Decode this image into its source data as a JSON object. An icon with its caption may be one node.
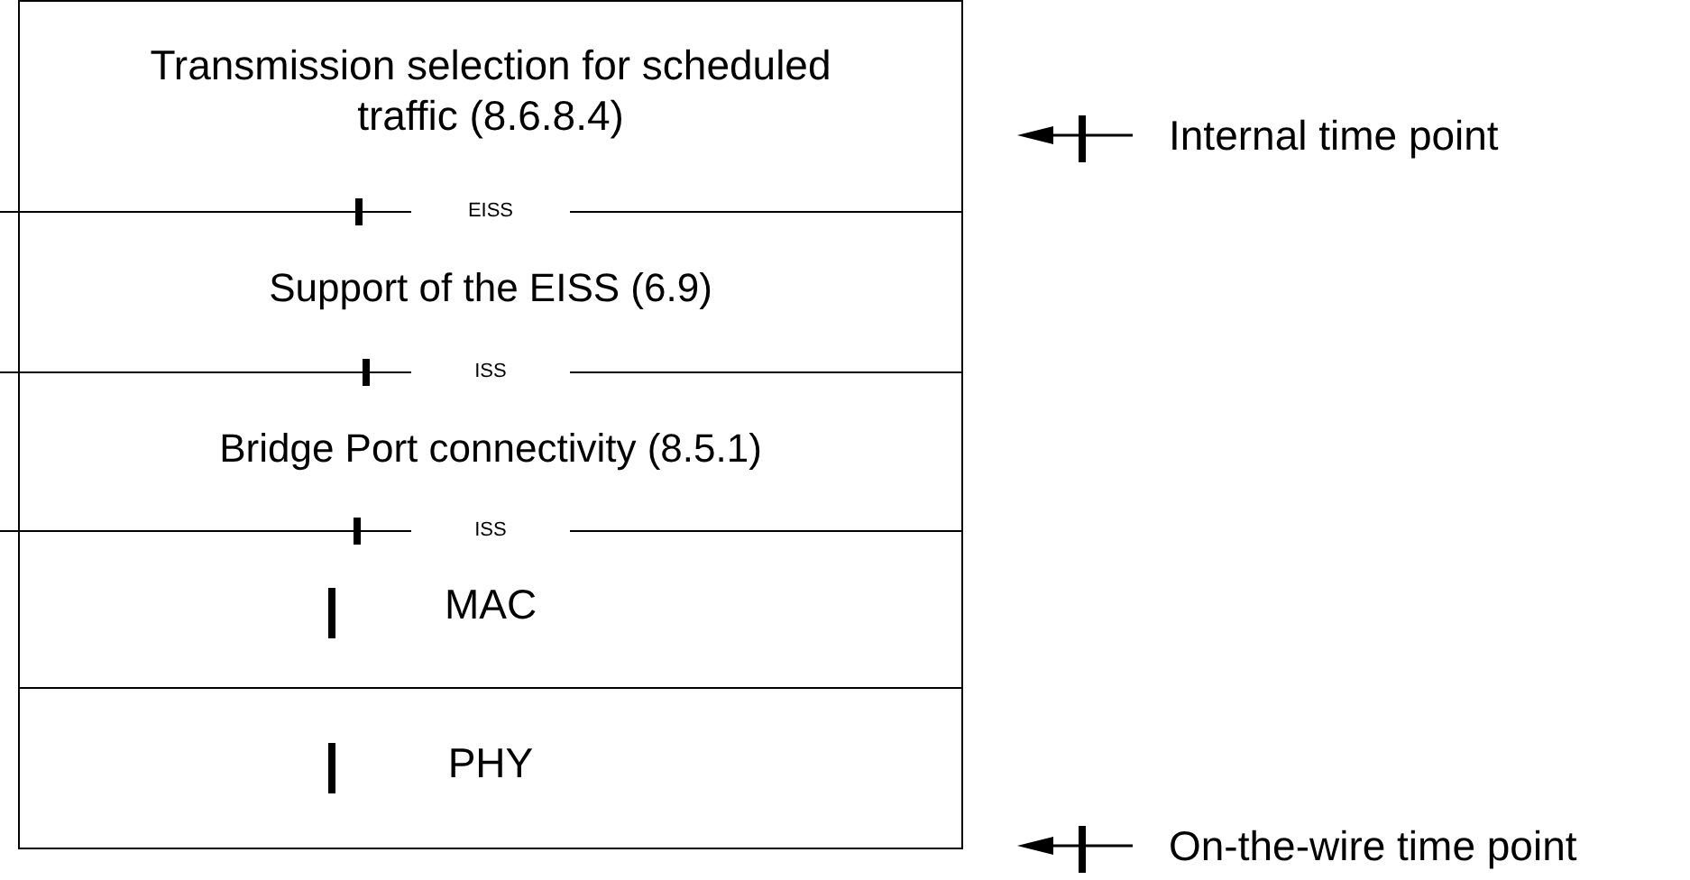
{
  "diagram": {
    "nodes": [
      {
        "text": [
          "Transmission selection for scheduled traffic (8.6.8.4)"
        ]
      },
      {
        "text": [
          "Support of the EISS (6.9)"
        ]
      },
      {
        "text": [
          "Bridge Port connectivity (8.5.1)"
        ]
      },
      {
        "text": [
          "MAC"
        ]
      },
      {
        "text": [
          "PHY"
        ]
      }
    ],
    "labels": [
      "EISS",
      "ISS",
      "ISS"
    ],
    "legend": [
      {
        "text": "Internal time point"
      },
      {
        "text": "On-the-wire time point"
      }
    ]
  }
}
